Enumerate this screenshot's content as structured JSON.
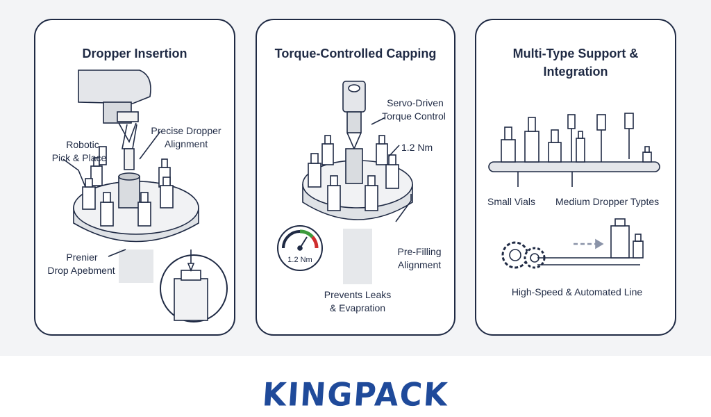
{
  "colors": {
    "navy": "#1f2a44",
    "brand": "#1f4a9a",
    "gauge_green": "#3c9a3c",
    "gauge_red": "#cf2e2e"
  },
  "panel1": {
    "title": "Dropper Insertion",
    "label_pick_1": "Robotic",
    "label_pick_2": "Pick & Place",
    "label_align_1": "Precise Dropper",
    "label_align_2": "Alignment",
    "label_drop_1": "Prenier",
    "label_drop_2": "Drop Apebment"
  },
  "panel2": {
    "title": "Torque-Controlled Capping",
    "label_servo_1": "Servo-Driven",
    "label_servo_2": "Torque Control",
    "label_torque": "1.2 Nm",
    "gauge_value": "1.2 Nm",
    "label_prefill_1": "Pre-Filling",
    "label_prefill_2": "Alignment",
    "label_leaks_1": "Prevents Leaks",
    "label_leaks_2": "& Evapration"
  },
  "panel3": {
    "title_1": "Multi-Type Support &",
    "title_2": "Integration",
    "label_small": "Small Vials",
    "label_medium": "Medium Dropper Typtes",
    "label_line": "High-Speed & Automated Line"
  },
  "brand": {
    "logo": "KINGPACK"
  }
}
